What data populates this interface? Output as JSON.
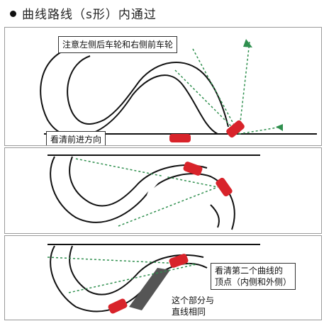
{
  "title": "曲线路线（s形）内通过",
  "panel1": {
    "callout_top": "注意左侧后车轮和右侧前车轮",
    "callout_bottom": "看清前进方向"
  },
  "panel3": {
    "callout_apex_line1": "看清第二个曲线的",
    "callout_apex_line2": "顶点（内侧和外侧）",
    "note_line1": "这个部分与",
    "note_line2": "直线相同"
  },
  "colors": {
    "road": "#111111",
    "car": "#d8232a",
    "guide": "#2f8f4e",
    "arrow": "#ffffff"
  }
}
